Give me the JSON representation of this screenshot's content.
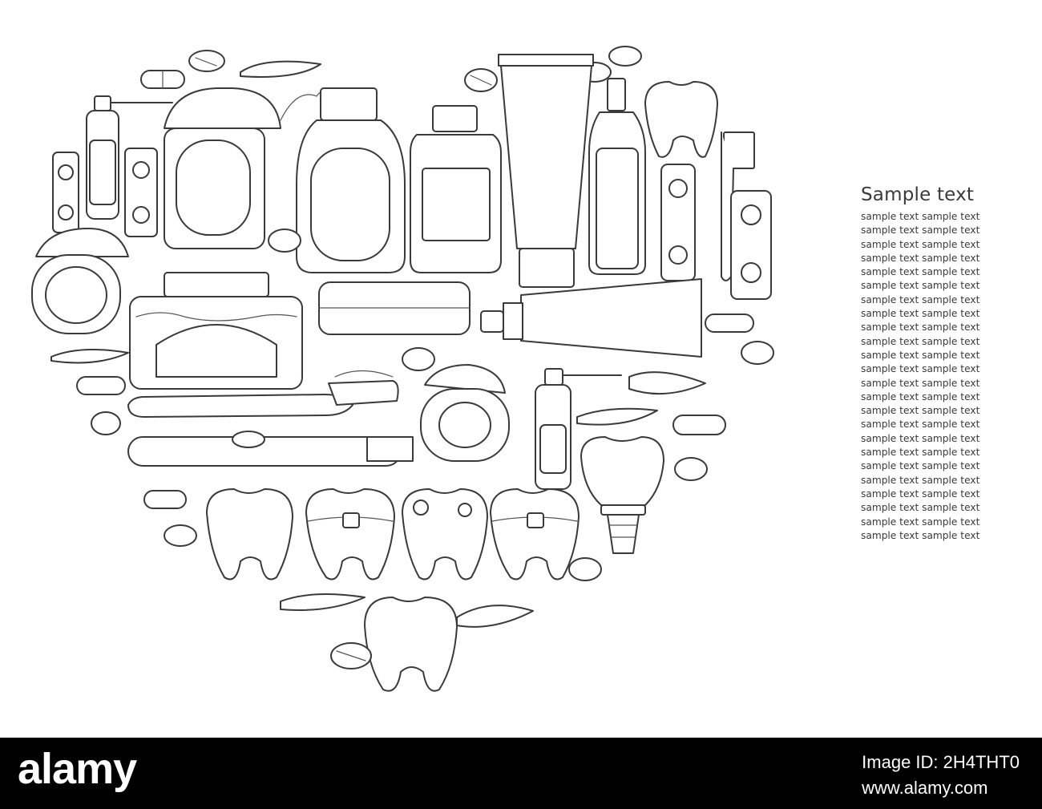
{
  "heading": "Sample text",
  "body_lines": [
    "sample text sample text",
    "sample text sample text",
    "sample text sample text",
    "sample text sample text",
    "sample text sample text",
    "sample text sample text",
    "sample text sample text",
    "sample text sample text",
    "sample text sample text",
    "sample text sample text",
    "sample text sample text",
    "sample text sample text",
    "sample text sample text",
    "sample text sample text",
    "sample text sample text",
    "sample text sample text",
    "sample text sample text",
    "sample text sample text",
    "sample text sample text",
    "sample text sample text",
    "sample text sample text",
    "sample text sample text",
    "sample text sample text",
    "sample text sample text"
  ],
  "footer": {
    "brand": "alamy",
    "image_id": "Image ID: 2H4THT0",
    "site": "www.alamy.com"
  },
  "colors": {
    "line": "#3a3a3a",
    "background": "#ffffff",
    "footer": "#000000"
  }
}
